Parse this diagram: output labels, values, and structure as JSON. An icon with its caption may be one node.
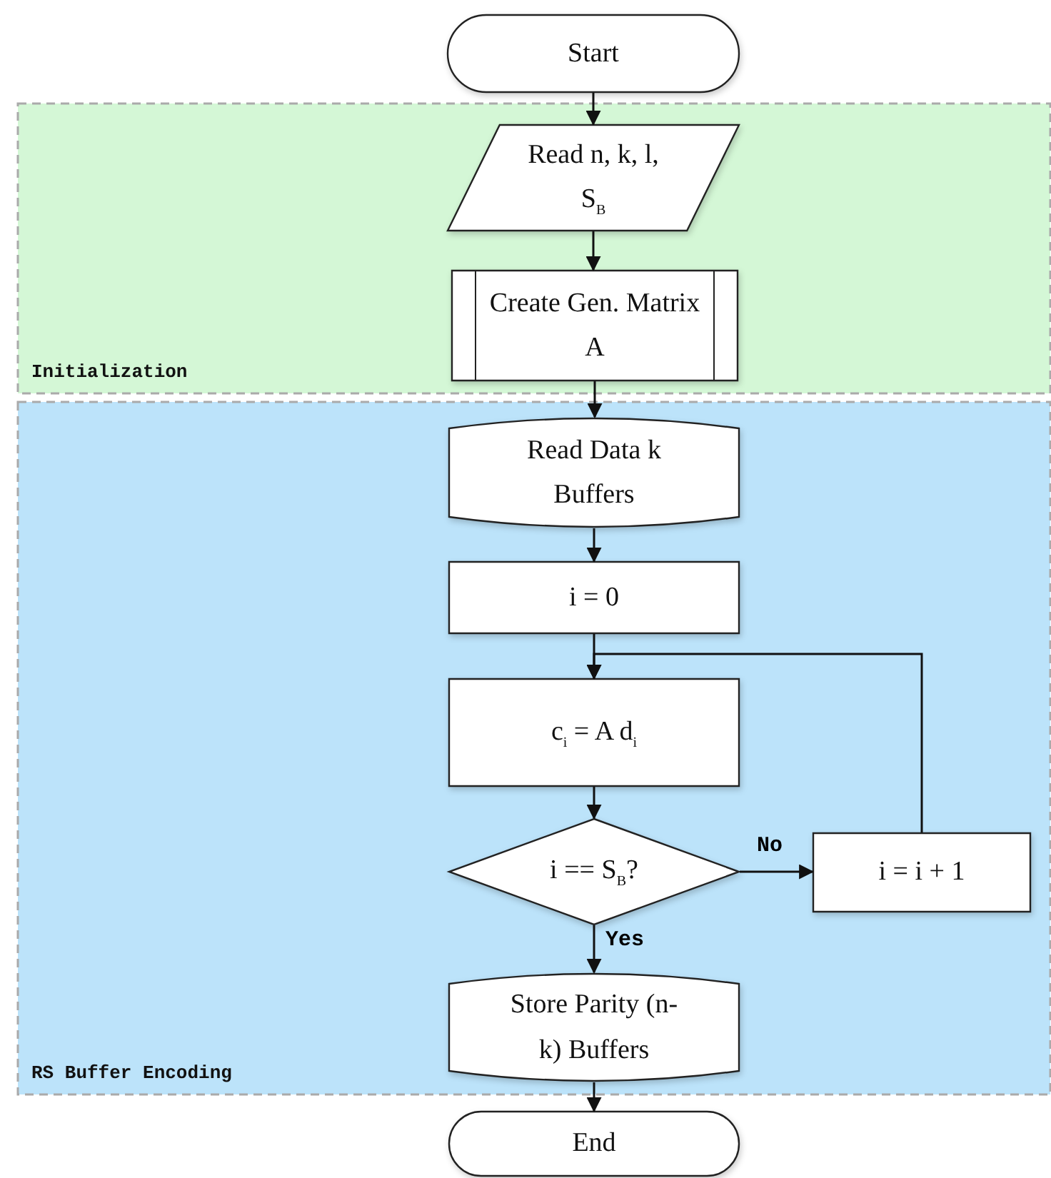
{
  "diagram": {
    "nodes": [
      {
        "text": [
          "Start"
        ]
      },
      {
        "text": [
          "Initialization"
        ]
      },
      {
        "text": [
          "Read n, k, l, S$_{B}$"
        ],
        "in": 1
      },
      {
        "text": [
          "Create Gen. Matrix A"
        ],
        "in": 1
      },
      {
        "text": [
          "RS Buffer Encoding"
        ]
      },
      {
        "text": [
          "Read Data k Buffers"
        ],
        "in": 4
      },
      {
        "text": [
          "i = 0"
        ],
        "in": 4
      },
      {
        "text": [
          "c$_{i}$ = A d$_{i}$"
        ],
        "in": 4
      },
      {
        "text": [
          "i == S$_{B}$?"
        ],
        "in": 4
      },
      {
        "text": [
          "i = i + 1"
        ],
        "in": 4
      },
      {
        "text": [
          "Store Parity (n-k) Buffers"
        ],
        "in": 4
      },
      {
        "text": [
          "End"
        ]
      }
    ],
    "edges": [
      {
        "from": 0,
        "to": 2,
        "arrow": "to"
      },
      {
        "from": 2,
        "to": 3,
        "arrow": "to"
      },
      {
        "from": 3,
        "to": 5,
        "arrow": "to"
      },
      {
        "from": 5,
        "to": 6,
        "arrow": "to"
      },
      {
        "from": 6,
        "to": 7,
        "arrow": "to"
      },
      {
        "from": 7,
        "to": 8,
        "arrow": "to"
      },
      {
        "from": 8,
        "to": 9,
        "label": "No",
        "arrow": "to"
      },
      {
        "from": 9,
        "to": 7,
        "arrow": "to"
      },
      {
        "from": 8,
        "to": 10,
        "label": "Yes",
        "arrow": "to"
      },
      {
        "from": 10,
        "to": 11,
        "arrow": "to"
      }
    ]
  }
}
